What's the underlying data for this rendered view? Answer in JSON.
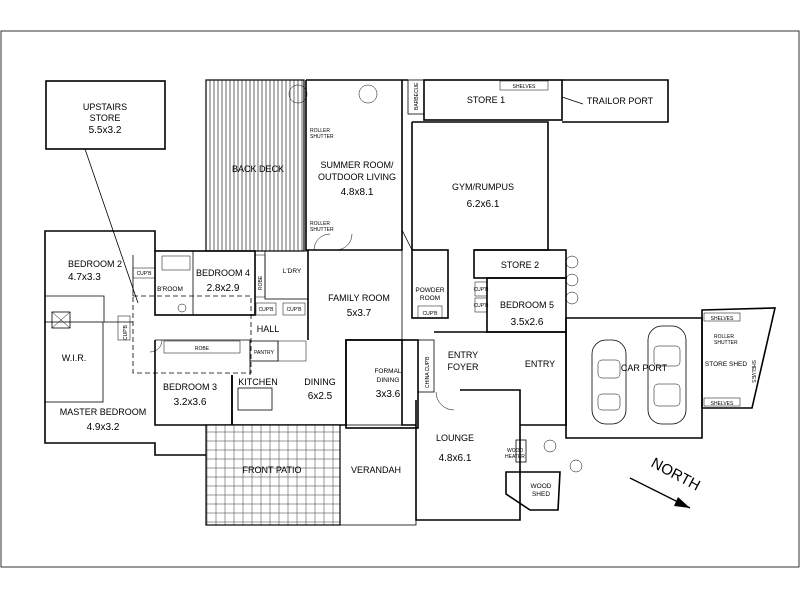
{
  "rooms": {
    "upstairs_store": {
      "name_line1": "UPSTAIRS",
      "name_line2": "STORE",
      "dims": "5.5x3.2"
    },
    "back_deck": {
      "name": "BACK DECK"
    },
    "summer_room": {
      "name_line1": "SUMMER ROOM/",
      "name_line2": "OUTDOOR LIVING",
      "dims": "4.8x8.1"
    },
    "store1": {
      "name": "STORE 1"
    },
    "trailor_port": {
      "name": "TRAILOR PORT"
    },
    "gym": {
      "name": "GYM/RUMPUS",
      "dims": "6.2x6.1"
    },
    "bedroom2": {
      "name": "BEDROOM 2",
      "dims": "4.7x3.3"
    },
    "bedroom4": {
      "name": "BEDROOM 4",
      "dims": "2.8x2.9"
    },
    "ldry": {
      "name": "L'DRY"
    },
    "broom": {
      "name": "B'ROOM"
    },
    "family_room": {
      "name": "FAMILY ROOM",
      "dims": "5x3.7"
    },
    "powder_room": {
      "name_line1": "POWDER",
      "name_line2": "ROOM"
    },
    "store2": {
      "name": "STORE 2"
    },
    "bedroom5": {
      "name": "BEDROOM 5",
      "dims": "3.5x2.6"
    },
    "car_port": {
      "name": "CAR PORT"
    },
    "store_shed": {
      "name": "STORE SHED"
    },
    "hall": {
      "name": "HALL"
    },
    "wir": {
      "name": "W.I.R."
    },
    "pantry": {
      "name": "PANTRY"
    },
    "bedroom3": {
      "name": "BEDROOM 3",
      "dims": "3.2x3.6"
    },
    "kitchen": {
      "name": "KITCHEN"
    },
    "dining": {
      "name": "DINING",
      "dims": "6x2.5"
    },
    "formal_dining": {
      "name_line1": "FORMAL",
      "name_line2": "DINING",
      "dims": "3x3.6"
    },
    "entry_foyer": {
      "name_line1": "ENTRY",
      "name_line2": "FOYER"
    },
    "entry": {
      "name": "ENTRY"
    },
    "master_bedroom": {
      "name": "MASTER BEDROOM",
      "dims": "4.9x3.2"
    },
    "lounge": {
      "name": "LOUNGE",
      "dims": "4.8x6.1"
    },
    "front_patio": {
      "name": "FRONT PATIO"
    },
    "verandah": {
      "name": "VERANDAH"
    },
    "wood_shed": {
      "name_line1": "WOOD",
      "name_line2": "SHED"
    }
  },
  "fixtures": {
    "shelves": "SHELVES",
    "barbecue": "BARBECUE",
    "roller_shutter_line1": "ROLLER",
    "roller_shutter_line2": "SHUTTER",
    "cupb": "CUP'B",
    "robe": "ROBE",
    "china_cupb": "CHINA CUP'B",
    "wood_heater_line1": "WOOD",
    "wood_heater_line2": "HEATER"
  },
  "compass": {
    "label": "NORTH"
  }
}
